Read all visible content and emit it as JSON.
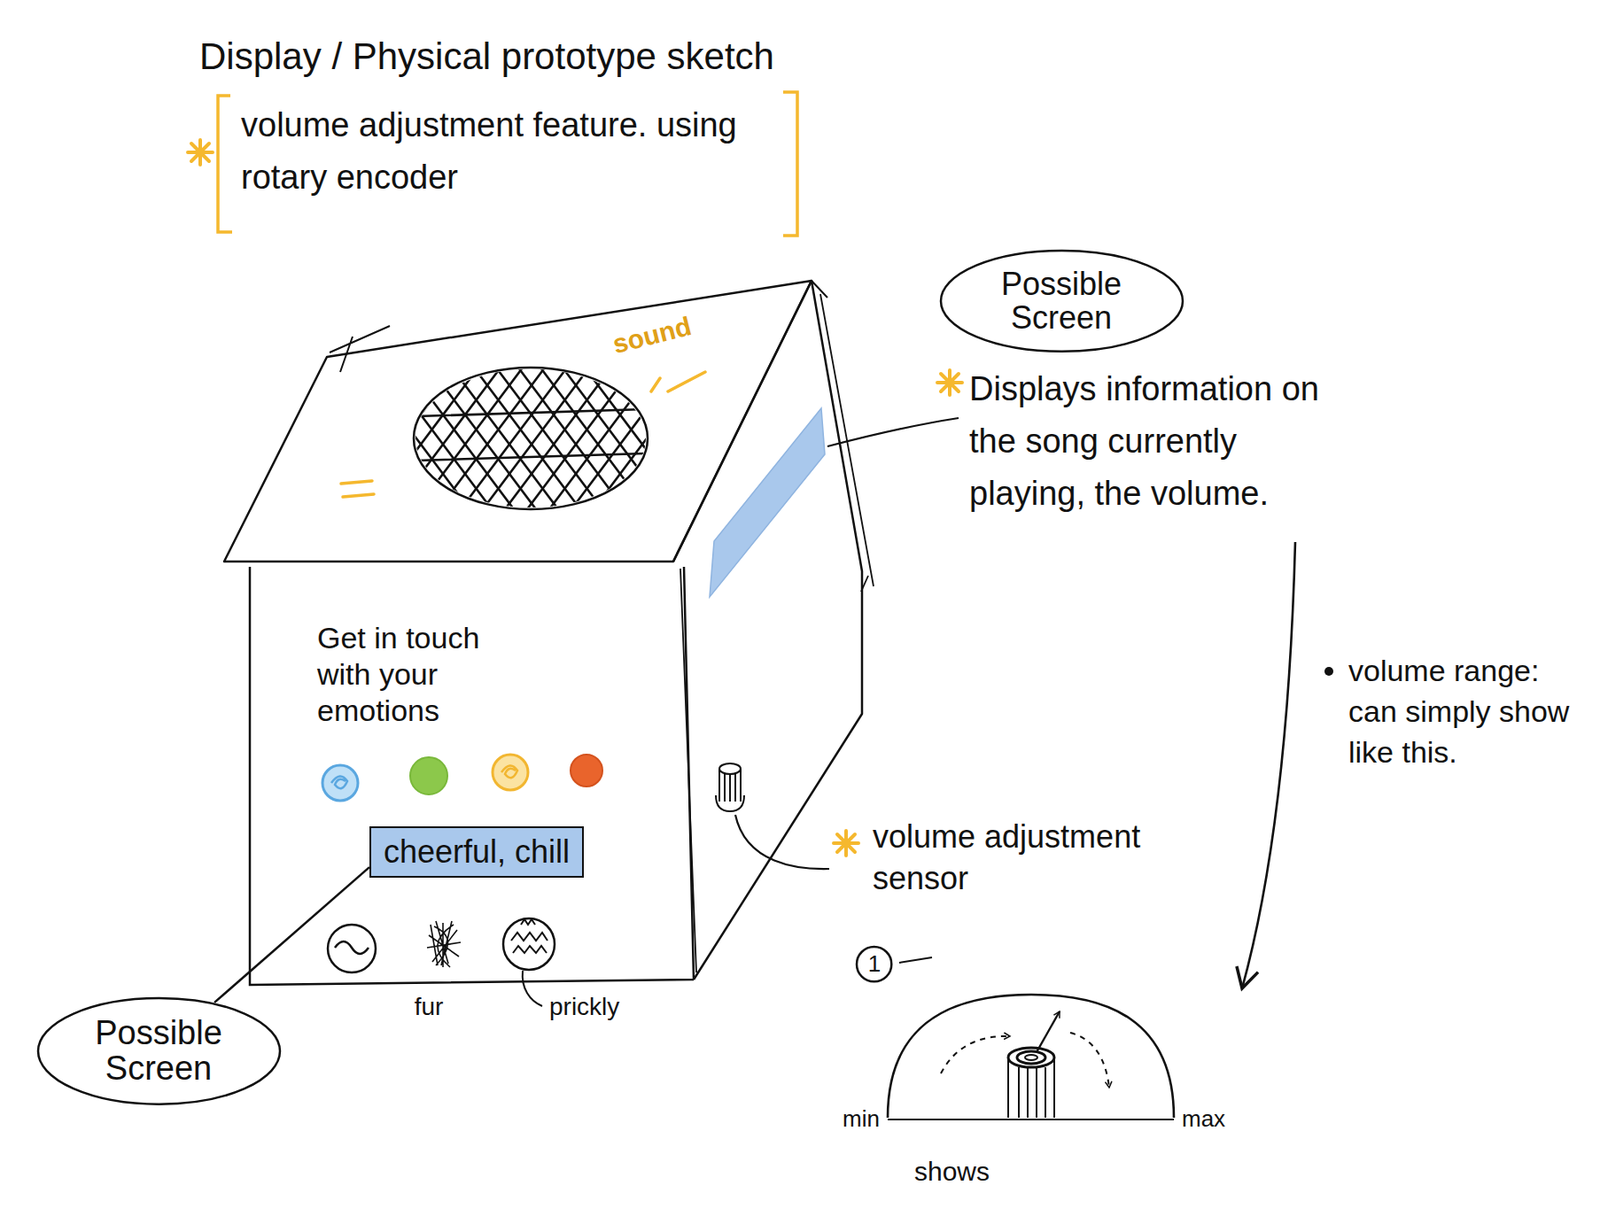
{
  "diagram": {
    "title": "Display / Physical prototype sketch",
    "nodes": [
      {
        "text": [
          "Possible Screen"
        ]
      },
      {
        "text": [
          "cheerful, chill"
        ]
      },
      {
        "text": [
          "Possible Screen"
        ]
      },
      {
        "text": [
          "1"
        ]
      }
    ],
    "edges": [
      {
        "from": 2,
        "to": 1,
        "arrow": "none"
      }
    ],
    "labels": [
      "volume adjustment feature. using rotary encoder",
      "sound",
      "Displays information on the song currently playing, the volume.",
      "Get in touch with your emotions",
      "fur",
      "prickly",
      "volume adjustment sensor",
      "volume range: can simply show like this.",
      "min",
      "max",
      "shows"
    ]
  }
}
